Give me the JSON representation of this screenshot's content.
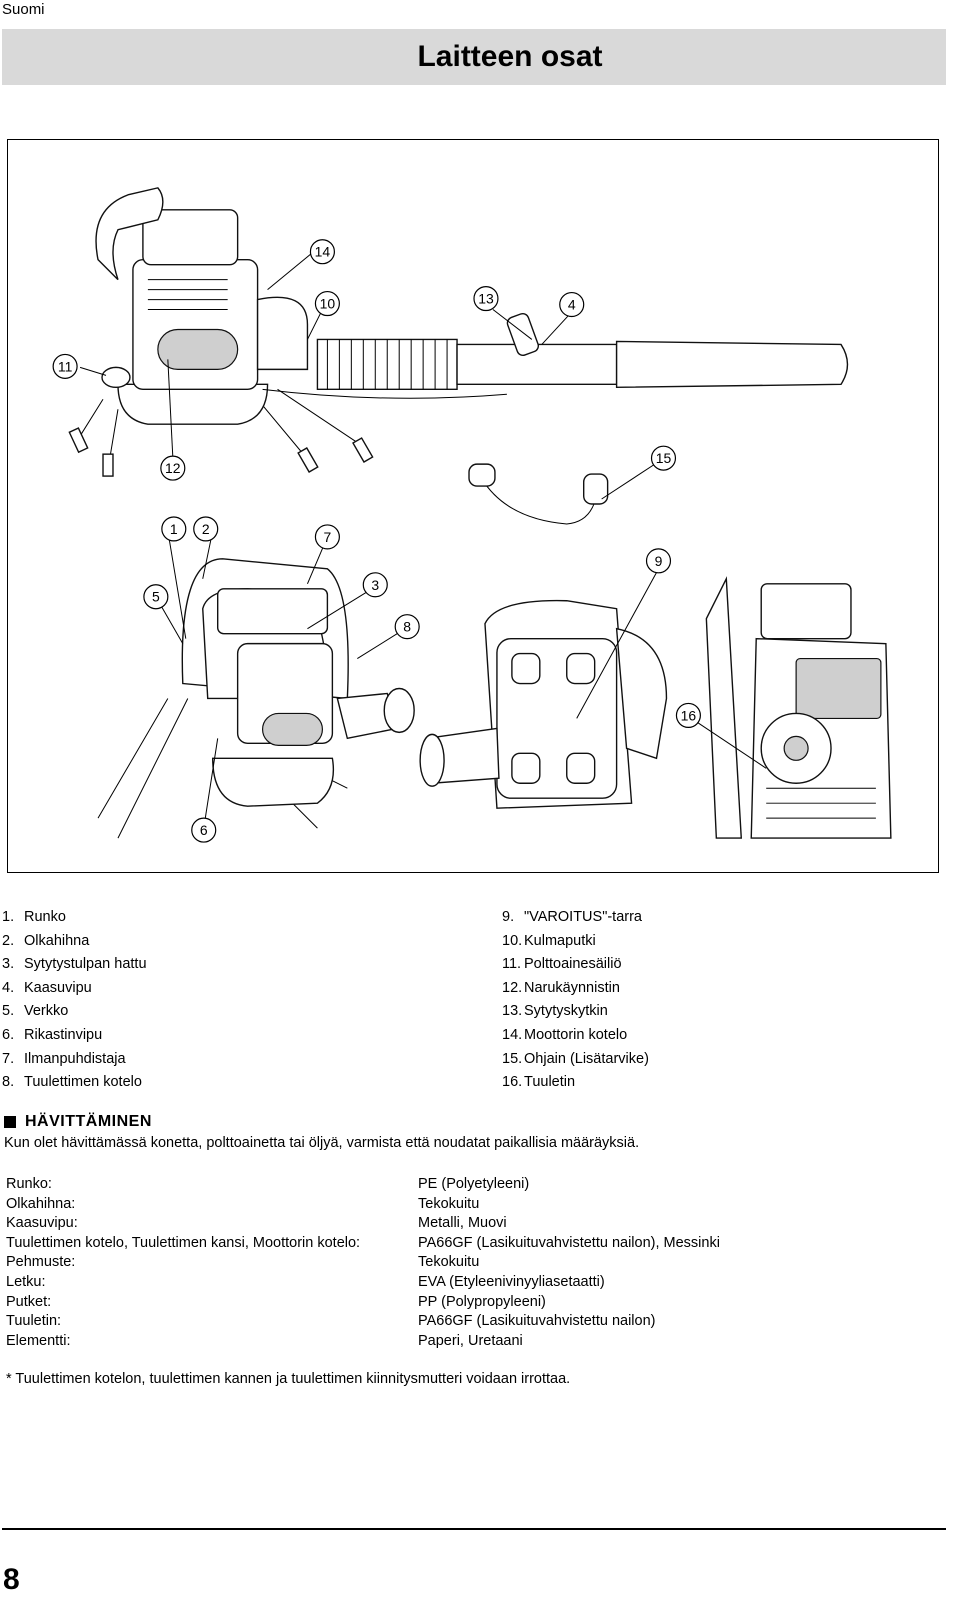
{
  "header": {
    "language": "Suomi",
    "title": "Laitteen osat"
  },
  "callouts": [
    "1",
    "2",
    "3",
    "4",
    "5",
    "6",
    "7",
    "8",
    "9",
    "10",
    "11",
    "12",
    "13",
    "14",
    "15",
    "16"
  ],
  "parts_left": [
    {
      "num": "1.",
      "label": "Runko"
    },
    {
      "num": "2.",
      "label": "Olkahihna"
    },
    {
      "num": "3.",
      "label": "Sytytystulpan hattu"
    },
    {
      "num": "4.",
      "label": "Kaasuvipu"
    },
    {
      "num": "5.",
      "label": "Verkko"
    },
    {
      "num": "6.",
      "label": "Rikastinvipu"
    },
    {
      "num": "7.",
      "label": "Ilmanpuhdistaja"
    },
    {
      "num": "8.",
      "label": "Tuulettimen kotelo"
    }
  ],
  "parts_right": [
    {
      "num": "9.",
      "label": "\"VAROITUS\"-tarra"
    },
    {
      "num": "10.",
      "label": "Kulmaputki"
    },
    {
      "num": "11.",
      "label": "Polttoainesäiliö"
    },
    {
      "num": "12.",
      "label": "Narukäynnistin"
    },
    {
      "num": "13.",
      "label": "Sytytyskytkin"
    },
    {
      "num": "14.",
      "label": "Moottorin kotelo"
    },
    {
      "num": "15.",
      "label": "Ohjain (Lisätarvike)"
    },
    {
      "num": "16.",
      "label": "Tuuletin"
    }
  ],
  "disposal": {
    "heading": "HÄVITTÄMINEN",
    "text": "Kun olet hävittämässä konetta, polttoainetta tai öljyä, varmista että noudatat paikallisia määräyksiä."
  },
  "materials": [
    {
      "part": "Runko:",
      "material": "PE (Polyetyleeni)"
    },
    {
      "part": "Olkahihna:",
      "material": "Tekokuitu"
    },
    {
      "part": "Kaasuvipu:",
      "material": "Metalli, Muovi"
    },
    {
      "part": "Tuulettimen kotelo, Tuulettimen kansi, Moottorin kotelo:",
      "material": "PA66GF (Lasikuituvahvistettu nailon), Messinki"
    },
    {
      "part": "Pehmuste:",
      "material": "Tekokuitu"
    },
    {
      "part": "Letku:",
      "material": "EVA (Etyleenivinyyliasetaatti)"
    },
    {
      "part": "Putket:",
      "material": "PP (Polypropyleeni)"
    },
    {
      "part": "Tuuletin:",
      "material": "PA66GF (Lasikuituvahvistettu nailon)"
    },
    {
      "part": "Elementti:",
      "material": "Paperi, Uretaani"
    }
  ],
  "note": "* Tuulettimen kotelon, tuulettimen kannen ja tuulettimen kiinnitysmutteri voidaan irrottaa.",
  "page_number": "8"
}
